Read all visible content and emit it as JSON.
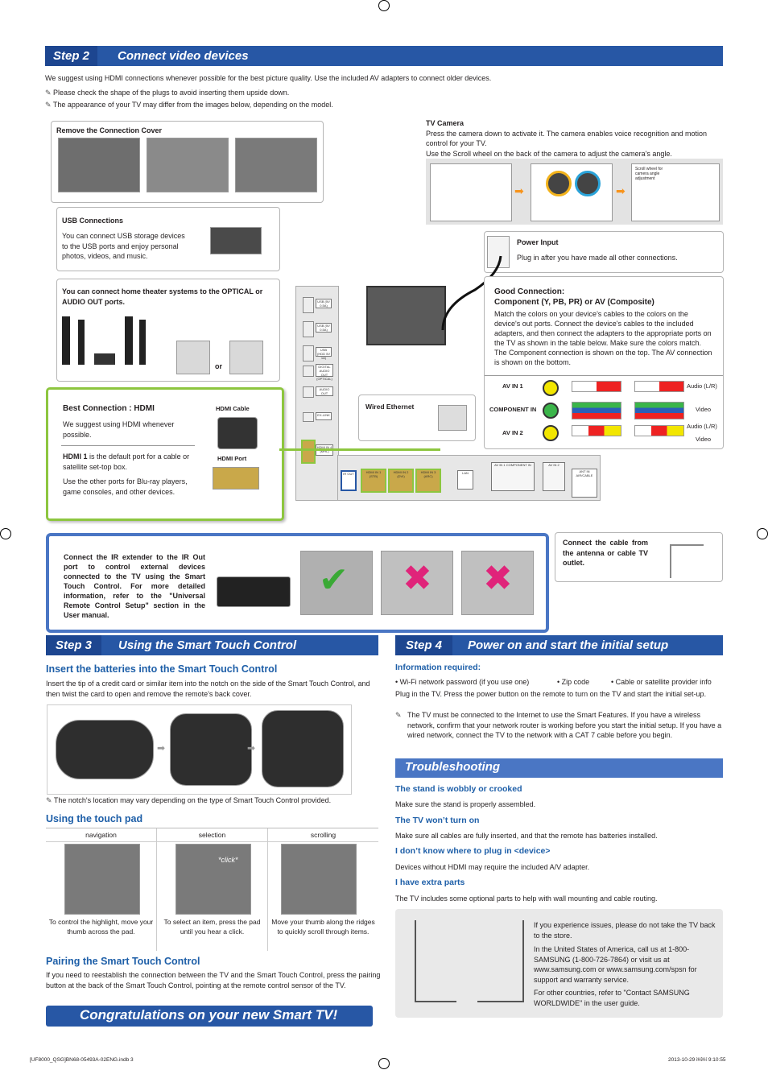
{
  "step2": {
    "tag": "Step 2",
    "title": "Connect video devices",
    "intro": "We suggest using HDMI connections whenever possible for the best picture quality. Use the included AV adapters to connect older devices.",
    "note1": "Please check the shape of the plugs to avoid inserting them upside down.",
    "note2": "The appearance of your TV may differ from the images below, depending on the model."
  },
  "cover": {
    "title": "Remove the Connection Cover"
  },
  "usb": {
    "title": "USB Connections",
    "body": "You can connect USB storage devices to the USB ports and enjoy personal photos, videos, and music."
  },
  "optical": {
    "title": "You can connect home theater systems to the OPTICAL or AUDIO OUT ports.",
    "or": "or"
  },
  "hdmi": {
    "title": "Best Connection : HDMI",
    "body1": "We suggest using HDMI whenever possible.",
    "body2_bold": "HDMI 1",
    "body2": " is the default port for a cable or satellite set-top box.",
    "body3": "Use the other ports for Blu-ray players, game consoles, and other devices.",
    "cable_label": "HDMI Cable",
    "port_label": "HDMI Port"
  },
  "camera": {
    "title": "TV Camera",
    "body": "Press the camera down to activate it. The camera enables voice recognition and motion control for your TV.",
    "body2": "Use the Scroll wheel on the back of the camera to adjust the camera's angle.",
    "scroll_note": "Scroll wheel for camera angle adjustment"
  },
  "power": {
    "title": "Power Input",
    "body": "Plug in after you have made all other connections."
  },
  "good": {
    "title1": "Good Connection:",
    "title2": "Component (Y, PB, PR) or AV (Composite)",
    "body": "Match the colors on your device's cables to the colors on the device's out ports. Connect the device's cables to the included adapters, and then connect the adapters to the appropriate ports on the TV as shown in the table below. Make sure the colors match. The Component connection is shown on the top. The AV connection is shown on the bottom.",
    "rows": [
      "AV IN 1",
      "COMPONENT IN",
      "AV IN 2"
    ],
    "audio1": "Audio (L/R)",
    "video1": "Video",
    "audio2": "Audio (L/R)",
    "video2": "Video"
  },
  "ethernet": {
    "title": "Wired Ethernet"
  },
  "ports": {
    "usb1": "USB (5V 0.5A)",
    "usb2": "USB (5V 0.5A)",
    "usb3": "USB (HDD 5V 1A)",
    "optical": "DIGITAL AUDIO OUT (OPTICAL)",
    "audio_out": "AUDIO OUT",
    "ex_link": "EX-LINK",
    "hdmi4": "HDMI IN 4 (MHL)",
    "ir_out": "IR OUT",
    "hdmi1": "HDMI IN 1 (STB)",
    "hdmi2": "HDMI IN 2 (DVI)",
    "hdmi3": "HDMI IN 3 (ARC)",
    "lan": "LAN",
    "ant": "ANT IN AIR/CABLE",
    "av1": "AV IN 1 COMPONENT IN",
    "av2": "AV IN 2"
  },
  "ir": {
    "body": "Connect the IR extender to the IR Out port to control external devices connected to the TV using the Smart Touch Control. For more detailed information, refer to the \"Universal Remote Control Setup\" section in the User manual."
  },
  "antenna": {
    "body": "Connect the cable from the antenna or cable TV outlet."
  },
  "step3": {
    "tag": "Step 3",
    "title": "Using the Smart Touch Control",
    "battery_head": "Insert the batteries into the Smart Touch Control",
    "battery_body": "Insert the tip of a credit card or similar item into the notch on the side of the Smart Touch Control, and then twist the card to open and remove the remote's back cover.",
    "notch_note": "The notch's location may vary depending on the type of Smart Touch Control provided.",
    "touchpad_head": "Using the touch pad",
    "cols": [
      "navigation",
      "selection",
      "scrolling"
    ],
    "descs": [
      "To control the highlight, move your thumb across the pad.",
      "To select an item, press the pad until you hear a click.",
      "Move your thumb along the ridges to quickly scroll through items."
    ],
    "click": "*click*",
    "pair_head": "Pairing the Smart Touch Control",
    "pair_body": "If you need to reestablish the connection between the TV and the Smart Touch Control, press the pairing button at the back of the Smart Touch Control, pointing at the remote control sensor of the TV."
  },
  "congrats": "Congratulations on your new Smart TV!",
  "step4": {
    "tag": "Step 4",
    "title": "Power on and start the initial setup",
    "info_head": "Information required:",
    "bullets": [
      "Wi-Fi network password (if you use one)",
      "Zip code",
      "Cable or satellite provider info"
    ],
    "plug": "Plug in the TV. Press the power button on the remote to turn on the TV and start the initial set-up.",
    "note": "The TV must be connected to the Internet to use the Smart Features. If you have a wireless network, confirm that your network router is working before you start the initial setup. If you have a wired network, connect the TV to the network with a CAT 7 cable before you begin."
  },
  "trouble": {
    "title": "Troubleshooting",
    "items": [
      {
        "q": "The stand is wobbly or crooked",
        "a": "Make sure the stand is properly assembled."
      },
      {
        "q": "The TV won’t turn on",
        "a": "Make sure all cables are fully inserted, and that the remote has batteries installed."
      },
      {
        "q": "I don’t know where to plug in <device>",
        "a": "Devices without HDMI may require the included A/V adapter."
      },
      {
        "q": "I have extra parts",
        "a": "The TV includes some optional parts to help with wall mounting and cable routing."
      }
    ],
    "help1": "If you experience issues, please do not take the TV back to the store.",
    "help2": "In the United States of America, call us at 1-800-SAMSUNG (1-800-726-7864) or visit us at www.samsung.com or www.samsung.com/spsn for support and warranty service.",
    "help3": "For other countries, refer to \"Contact SAMSUNG WORLDWIDE\" in the user guide."
  },
  "footer": {
    "left": "[UF8000_QSG]BN68-05493A-02ENG.indb   3",
    "right": "2013-10-29   ￼￼ 9:10:55"
  },
  "colors": {
    "blue": "#2757a5",
    "green": "#8dc63f",
    "accent": "#1e5fa8"
  }
}
